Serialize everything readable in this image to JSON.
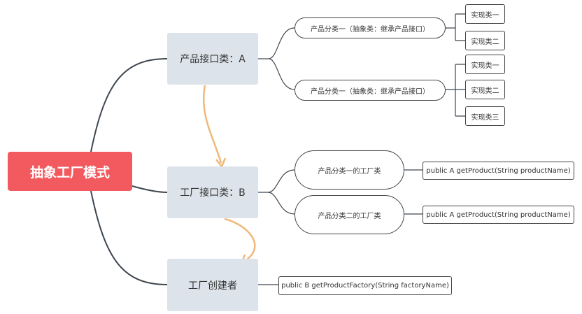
{
  "root": {
    "label": "抽象工厂模式"
  },
  "branches": [
    {
      "label": "产品接口类：A",
      "children": [
        {
          "label": "产品分类一（抽象类：继承产品接口）",
          "leaves": [
            "实现类一",
            "实现类二"
          ]
        },
        {
          "label": "产品分类一（抽象类：继承产品接口）",
          "leaves": [
            "实现类一",
            "实现类二",
            "实现类三"
          ]
        }
      ]
    },
    {
      "label": "工厂接口类：B",
      "children": [
        {
          "label": "产品分类一的工厂类",
          "method": "public A getProduct(String productName)"
        },
        {
          "label": "产品分类二的工厂类",
          "method": "public A getProduct(String productName)"
        }
      ]
    },
    {
      "label": "工厂创建者",
      "method": "public B getProductFactory(String factoryName)"
    }
  ],
  "colors": {
    "root_fill": "#f35a5f",
    "branch_fill": "#dde3ea",
    "connector": "#3f4751",
    "relation_arrow": "#f0b87a"
  }
}
